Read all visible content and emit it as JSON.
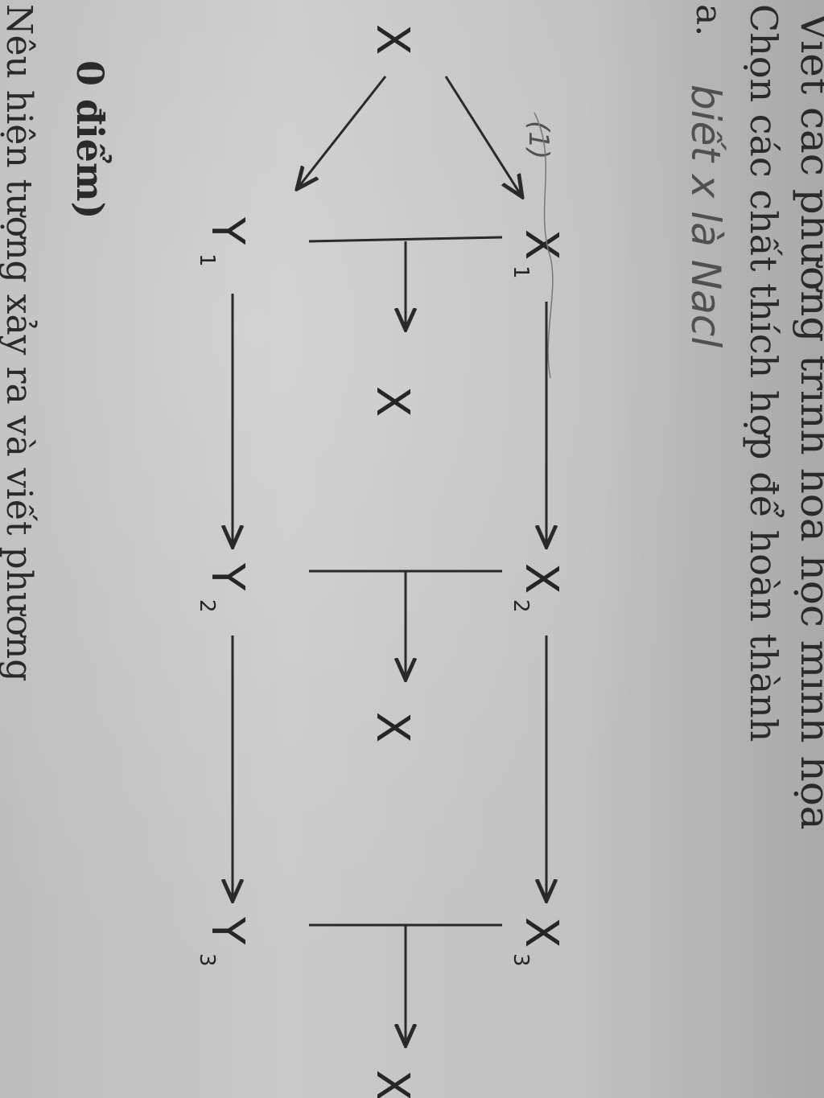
{
  "heading_partial": "Viết các phương trình hóa học minh họa",
  "question": "Chọn các chất thích hợp để hoàn thành",
  "label_a": "a.",
  "handwritten_note": "biết x là Nacl",
  "handwritten_step": "(1)",
  "score_fragment": "0 điểm)",
  "bottom_partial": "Nêu hiện tượng xảy ra và viết phương",
  "diagram": {
    "start": "X",
    "top_row": [
      {
        "main": "X",
        "sub": "1"
      },
      {
        "main": "X",
        "sub": "2"
      },
      {
        "main": "X",
        "sub": "3"
      }
    ],
    "bottom_row": [
      {
        "main": "Y",
        "sub": "1"
      },
      {
        "main": "Y",
        "sub": "2"
      },
      {
        "main": "Y",
        "sub": "3"
      }
    ],
    "middle": [
      "X",
      "X",
      "X"
    ]
  }
}
